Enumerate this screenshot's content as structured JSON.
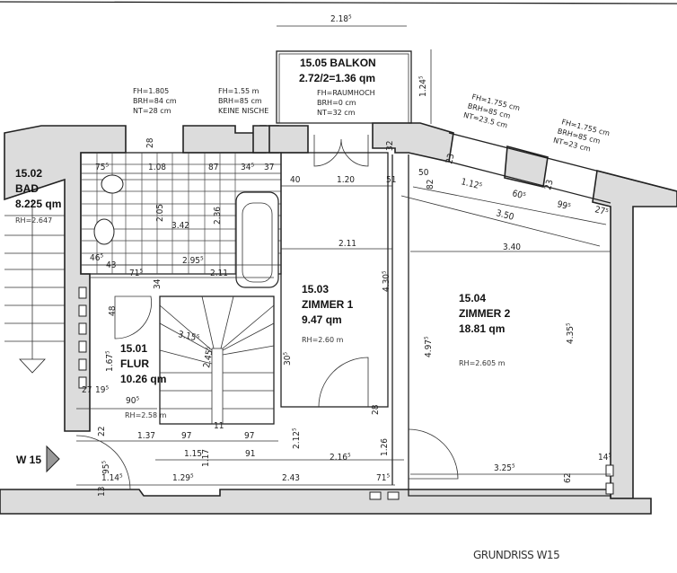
{
  "title": "GRUNDRISS W15",
  "entrance_label": "W 15",
  "rooms": {
    "bad": {
      "number": "15.02",
      "name": "BAD",
      "area": "8.225 qm",
      "rh": "RH=2.647"
    },
    "flur": {
      "number": "15.01",
      "name": "FLUR",
      "area": "10.26 qm",
      "rh": "RH=2.58 m"
    },
    "zimmer1": {
      "number": "15.03",
      "name": "ZIMMER 1",
      "area": "9.47 qm",
      "rh": "RH=2.60 m"
    },
    "zimmer2": {
      "number": "15.04",
      "name": "ZIMMER 2",
      "area": "18.81 qm",
      "rh": "RH=2.605 m"
    },
    "balkon": {
      "number": "15.05 BALKON",
      "area": "2.72/2=1.36 qm"
    }
  },
  "windows": [
    {
      "fh": "FH=1.805",
      "brh": "BRH=84 cm",
      "nt": "NT=28 cm"
    },
    {
      "fh": "FH=1.55 m",
      "brh": "BRH=85 cm",
      "nt": "KEINE NISCHE"
    },
    {
      "fh": "FH=RAUMHOCH",
      "brh": "BRH=0 cm",
      "nt": "NT=32 cm"
    },
    {
      "fh": "FH=1.755 cm",
      "brh": "BRH=85 cm",
      "nt": "NT=23.5 cm"
    },
    {
      "fh": "FH=1.755 cm",
      "brh": "BRH=85 cm",
      "nt": "NT=23 cm"
    }
  ],
  "dims": [
    "2.18⁵",
    "1.24⁵",
    "28",
    "75⁵",
    "1.08",
    "87",
    "34⁵",
    "37",
    "40",
    "1.20",
    "51",
    "32",
    "50",
    "82",
    "1.12⁵",
    "60⁵",
    "99⁵",
    "27⁵",
    "3.50",
    "23",
    "23",
    "2.05",
    "3.42",
    "2.36",
    "2.11",
    "3.40",
    "46⁵",
    "43",
    "2.95⁵",
    "71⁵",
    "2.11",
    "34",
    "4.30⁵",
    "48",
    "3.15⁵",
    "2.45⁵",
    "1.67⁵",
    "30⁵",
    "4.97⁵",
    "4.35⁵",
    "27",
    "19⁵",
    "90⁵",
    "11",
    "22",
    "1.37",
    "97",
    "97",
    "2.12⁵",
    "28",
    "1.26",
    "1.15",
    "1.17",
    "91",
    "2.16⁵",
    "95⁵",
    "1.14⁵",
    "1.29⁵",
    "2.43",
    "71⁵",
    "3.25⁵",
    "62",
    "14⁵",
    "13"
  ]
}
